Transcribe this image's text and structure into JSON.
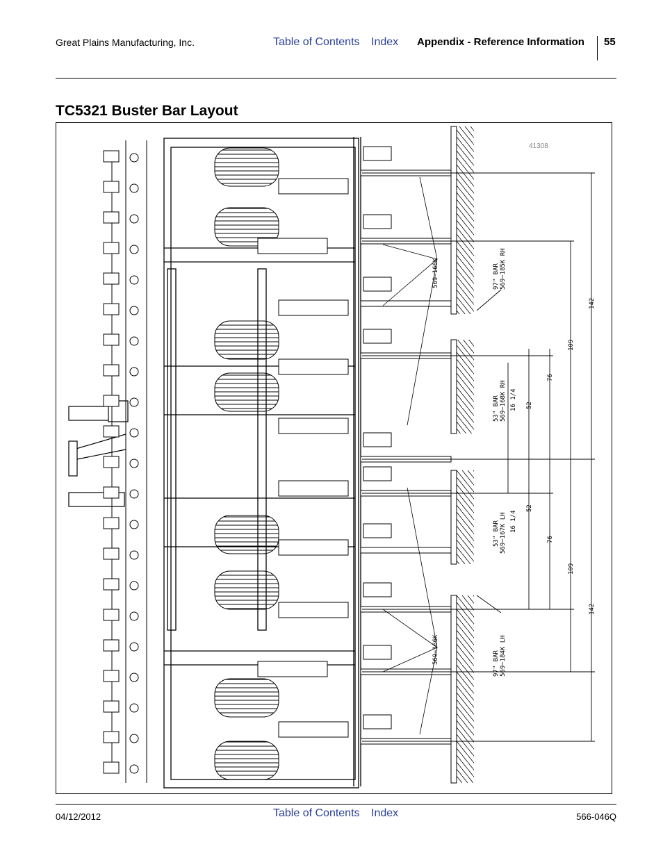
{
  "header": {
    "company": "Great Plains Manufacturing, Inc.",
    "toc_link": "Table of Contents",
    "index_link": "Index",
    "section": "Appendix - Reference Information",
    "page_number": "55"
  },
  "title": "TC5321 Buster Bar Layout",
  "figure": {
    "figure_number": "41308",
    "callouts": {
      "part_166k_top": "569−166K",
      "part_166k_bottom": "569−166K",
      "bar_185k_size": "97\" BAR",
      "bar_185k_part": "569−185K RH",
      "bar_168k_size": "53\" BAR",
      "bar_168k_part": "569−168K RH",
      "bar_168k_offset": "16 1/4",
      "bar_167k_size": "53\" BAR",
      "bar_167k_part": "569−167K LH",
      "bar_167k_offset": "16 1/4",
      "bar_184k_size": "97\" BAR",
      "bar_184k_part": "569−184K LH"
    },
    "dimensions": {
      "d142_top": "142",
      "d109_top": "109",
      "d76_top": "76",
      "d52_top": "52",
      "d52_bottom": "52",
      "d76_bottom": "76",
      "d109_bottom": "109",
      "d142_bottom": "142"
    }
  },
  "footer": {
    "date": "04/12/2012",
    "toc_link": "Table of Contents",
    "index_link": "Index",
    "doc_number": "566-046Q"
  }
}
